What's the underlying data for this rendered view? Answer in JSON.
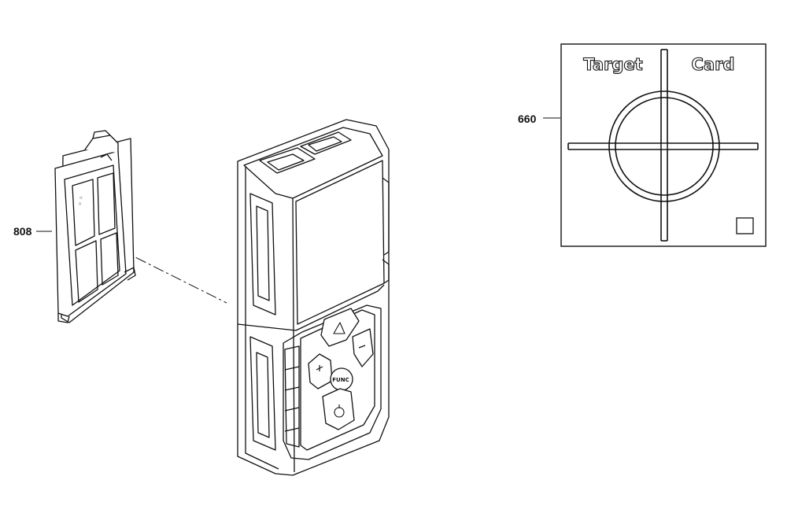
{
  "callouts": {
    "battery_cover": "808",
    "target_card": "660"
  },
  "target_card": {
    "word_left": "Target",
    "word_right": "Card"
  },
  "device": {
    "center_button_label": "FUNC"
  },
  "colors": {
    "line": "#111111",
    "background": "#ffffff"
  }
}
